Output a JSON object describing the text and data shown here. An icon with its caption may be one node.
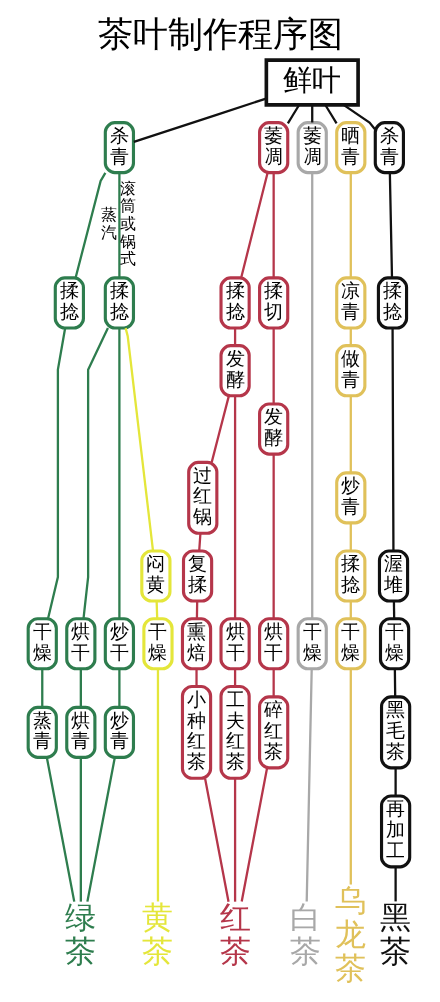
{
  "diagram": {
    "title": "茶叶制作程序图",
    "nodes": [
      {
        "text": [
          "鲜叶"
        ]
      },
      {
        "text": [
          "杀青"
        ]
      },
      {
        "text": [
          "揉捻"
        ]
      },
      {
        "text": [
          "揉捻"
        ]
      },
      {
        "text": [
          "干燥"
        ]
      },
      {
        "text": [
          "烘干"
        ]
      },
      {
        "text": [
          "炒干"
        ]
      },
      {
        "text": [
          "蒸青"
        ]
      },
      {
        "text": [
          "烘青"
        ]
      },
      {
        "text": [
          "炒青"
        ]
      },
      {
        "text": [
          "绿茶"
        ]
      },
      {
        "text": [
          "闷黄"
        ]
      },
      {
        "text": [
          "干燥"
        ]
      },
      {
        "text": [
          "黄茶"
        ]
      },
      {
        "text": [
          "萎凋"
        ]
      },
      {
        "text": [
          "揉捻"
        ]
      },
      {
        "text": [
          "揉切"
        ]
      },
      {
        "text": [
          "发酵"
        ]
      },
      {
        "text": [
          "发酵"
        ]
      },
      {
        "text": [
          "过红锅"
        ]
      },
      {
        "text": [
          "复揉"
        ]
      },
      {
        "text": [
          "熏焙"
        ]
      },
      {
        "text": [
          "烘干"
        ]
      },
      {
        "text": [
          "烘干"
        ]
      },
      {
        "text": [
          "小种红茶"
        ]
      },
      {
        "text": [
          "工夫红茶"
        ]
      },
      {
        "text": [
          "碎红茶"
        ]
      },
      {
        "text": [
          "红茶"
        ]
      },
      {
        "text": [
          "萎凋"
        ]
      },
      {
        "text": [
          "干燥"
        ]
      },
      {
        "text": [
          "白茶"
        ]
      },
      {
        "text": [
          "晒青"
        ]
      },
      {
        "text": [
          "凉青"
        ]
      },
      {
        "text": [
          "做青"
        ]
      },
      {
        "text": [
          "炒青"
        ]
      },
      {
        "text": [
          "揉捻"
        ]
      },
      {
        "text": [
          "干燥"
        ]
      },
      {
        "text": [
          "乌龙茶"
        ]
      },
      {
        "text": [
          "杀青"
        ]
      },
      {
        "text": [
          "揉捻"
        ]
      },
      {
        "text": [
          "渥堆"
        ]
      },
      {
        "text": [
          "干燥"
        ]
      },
      {
        "text": [
          "黑毛茶"
        ]
      },
      {
        "text": [
          "再加工"
        ]
      },
      {
        "text": [
          "黑茶"
        ]
      }
    ],
    "edges": [
      {
        "from": 0,
        "to": 1,
        "arrow": "none",
        "color": "#111111"
      },
      {
        "from": 0,
        "to": 14,
        "arrow": "none",
        "color": "#111111"
      },
      {
        "from": 0,
        "to": 28,
        "arrow": "none",
        "color": "#111111"
      },
      {
        "from": 0,
        "to": 31,
        "arrow": "none",
        "color": "#111111"
      },
      {
        "from": 0,
        "to": 38,
        "arrow": "none",
        "color": "#111111"
      },
      {
        "from": 1,
        "to": 2,
        "arrow": "none",
        "label": "蒸汽",
        "color": "#2e7d4e"
      },
      {
        "from": 1,
        "to": 3,
        "arrow": "none",
        "label": "滚筒或锅式",
        "color": "#2e7d4e"
      },
      {
        "from": 2,
        "to": 4,
        "arrow": "none",
        "color": "#2e7d4e"
      },
      {
        "from": 3,
        "to": 5,
        "arrow": "none",
        "color": "#2e7d4e"
      },
      {
        "from": 3,
        "to": 6,
        "arrow": "none",
        "color": "#2e7d4e"
      },
      {
        "from": 3,
        "to": 11,
        "arrow": "none",
        "color": "#e4e63a"
      },
      {
        "from": 4,
        "to": 7,
        "arrow": "none",
        "color": "#2e7d4e"
      },
      {
        "from": 5,
        "to": 8,
        "arrow": "none",
        "color": "#2e7d4e"
      },
      {
        "from": 6,
        "to": 9,
        "arrow": "none",
        "color": "#2e7d4e"
      },
      {
        "from": 7,
        "to": 10,
        "arrow": "none",
        "color": "#2e7d4e"
      },
      {
        "from": 8,
        "to": 10,
        "arrow": "none",
        "color": "#2e7d4e"
      },
      {
        "from": 9,
        "to": 10,
        "arrow": "none",
        "color": "#2e7d4e"
      },
      {
        "from": 11,
        "to": 12,
        "arrow": "none",
        "color": "#e4e63a"
      },
      {
        "from": 12,
        "to": 13,
        "arrow": "none",
        "color": "#e4e63a"
      },
      {
        "from": 14,
        "to": 15,
        "arrow": "none"
      },
      {
        "from": 14,
        "to": 16,
        "arrow": "none"
      },
      {
        "from": 15,
        "to": 17,
        "arrow": "none"
      },
      {
        "from": 16,
        "to": 18,
        "arrow": "none"
      },
      {
        "from": 17,
        "to": 19,
        "arrow": "none"
      },
      {
        "from": 17,
        "to": 22,
        "arrow": "none"
      },
      {
        "from": 19,
        "to": 20,
        "arrow": "none"
      },
      {
        "from": 20,
        "to": 21,
        "arrow": "none"
      },
      {
        "from": 21,
        "to": 24,
        "arrow": "none"
      },
      {
        "from": 22,
        "to": 25,
        "arrow": "none"
      },
      {
        "from": 18,
        "to": 23,
        "arrow": "none"
      },
      {
        "from": 23,
        "to": 26,
        "arrow": "none"
      },
      {
        "from": 24,
        "to": 27,
        "arrow": "none"
      },
      {
        "from": 25,
        "to": 27,
        "arrow": "none"
      },
      {
        "from": 26,
        "to": 27,
        "arrow": "none"
      },
      {
        "from": 28,
        "to": 29,
        "arrow": "none",
        "color": "#a8a8a8"
      },
      {
        "from": 29,
        "to": 30,
        "arrow": "none",
        "color": "#a8a8a8"
      },
      {
        "from": 31,
        "to": 32,
        "arrow": "none",
        "color": "#e0c15a"
      },
      {
        "from": 32,
        "to": 33,
        "arrow": "none",
        "color": "#e0c15a"
      },
      {
        "from": 33,
        "to": 34,
        "arrow": "none",
        "color": "#e0c15a"
      },
      {
        "from": 34,
        "to": 35,
        "arrow": "none",
        "color": "#e0c15a"
      },
      {
        "from": 35,
        "to": 36,
        "arrow": "none",
        "color": "#e0c15a"
      },
      {
        "from": 36,
        "to": 37,
        "arrow": "none",
        "color": "#e0c15a"
      },
      {
        "from": 38,
        "to": 39,
        "arrow": "none",
        "color": "#111111"
      },
      {
        "from": 39,
        "to": 40,
        "arrow": "none",
        "color": "#111111"
      },
      {
        "from": 40,
        "to": 41,
        "arrow": "none",
        "color": "#111111"
      },
      {
        "from": 41,
        "to": 42,
        "arrow": "none",
        "color": "#111111"
      },
      {
        "from": 42,
        "to": 43,
        "arrow": "none",
        "color": "#111111"
      },
      {
        "from": 43,
        "to": 44,
        "arrow": "none",
        "color": "#111111"
      }
    ]
  }
}
